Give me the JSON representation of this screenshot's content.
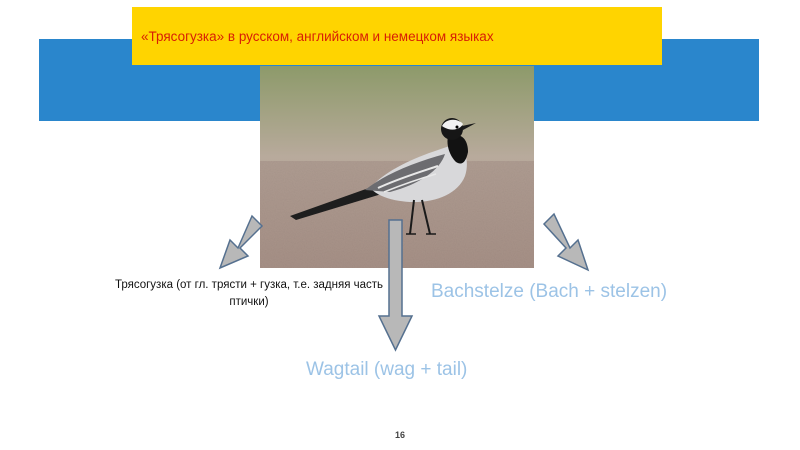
{
  "slide": {
    "title": "«Трясогузка» в русском, английском и немецком языках",
    "russian_etymology": "Трясогузка (от гл. трясти + гузка, т.е. задняя часть птички)",
    "german_etymology": "Bachstelze (Bach + stelzen)",
    "english_etymology": "Wagtail (wag + tail)",
    "page_number": "16"
  },
  "colors": {
    "title_background": "#ffd400",
    "title_text": "#d81e05",
    "band": "#2a86cc",
    "etymology_text": "#9cc3e6",
    "arrow_fill": "#b8b8b8",
    "arrow_stroke": "#55708f"
  },
  "image": {
    "subject": "white wagtail bird photo"
  },
  "icons": [
    "arrow-down-left-icon",
    "arrow-down-icon",
    "arrow-down-right-icon"
  ]
}
